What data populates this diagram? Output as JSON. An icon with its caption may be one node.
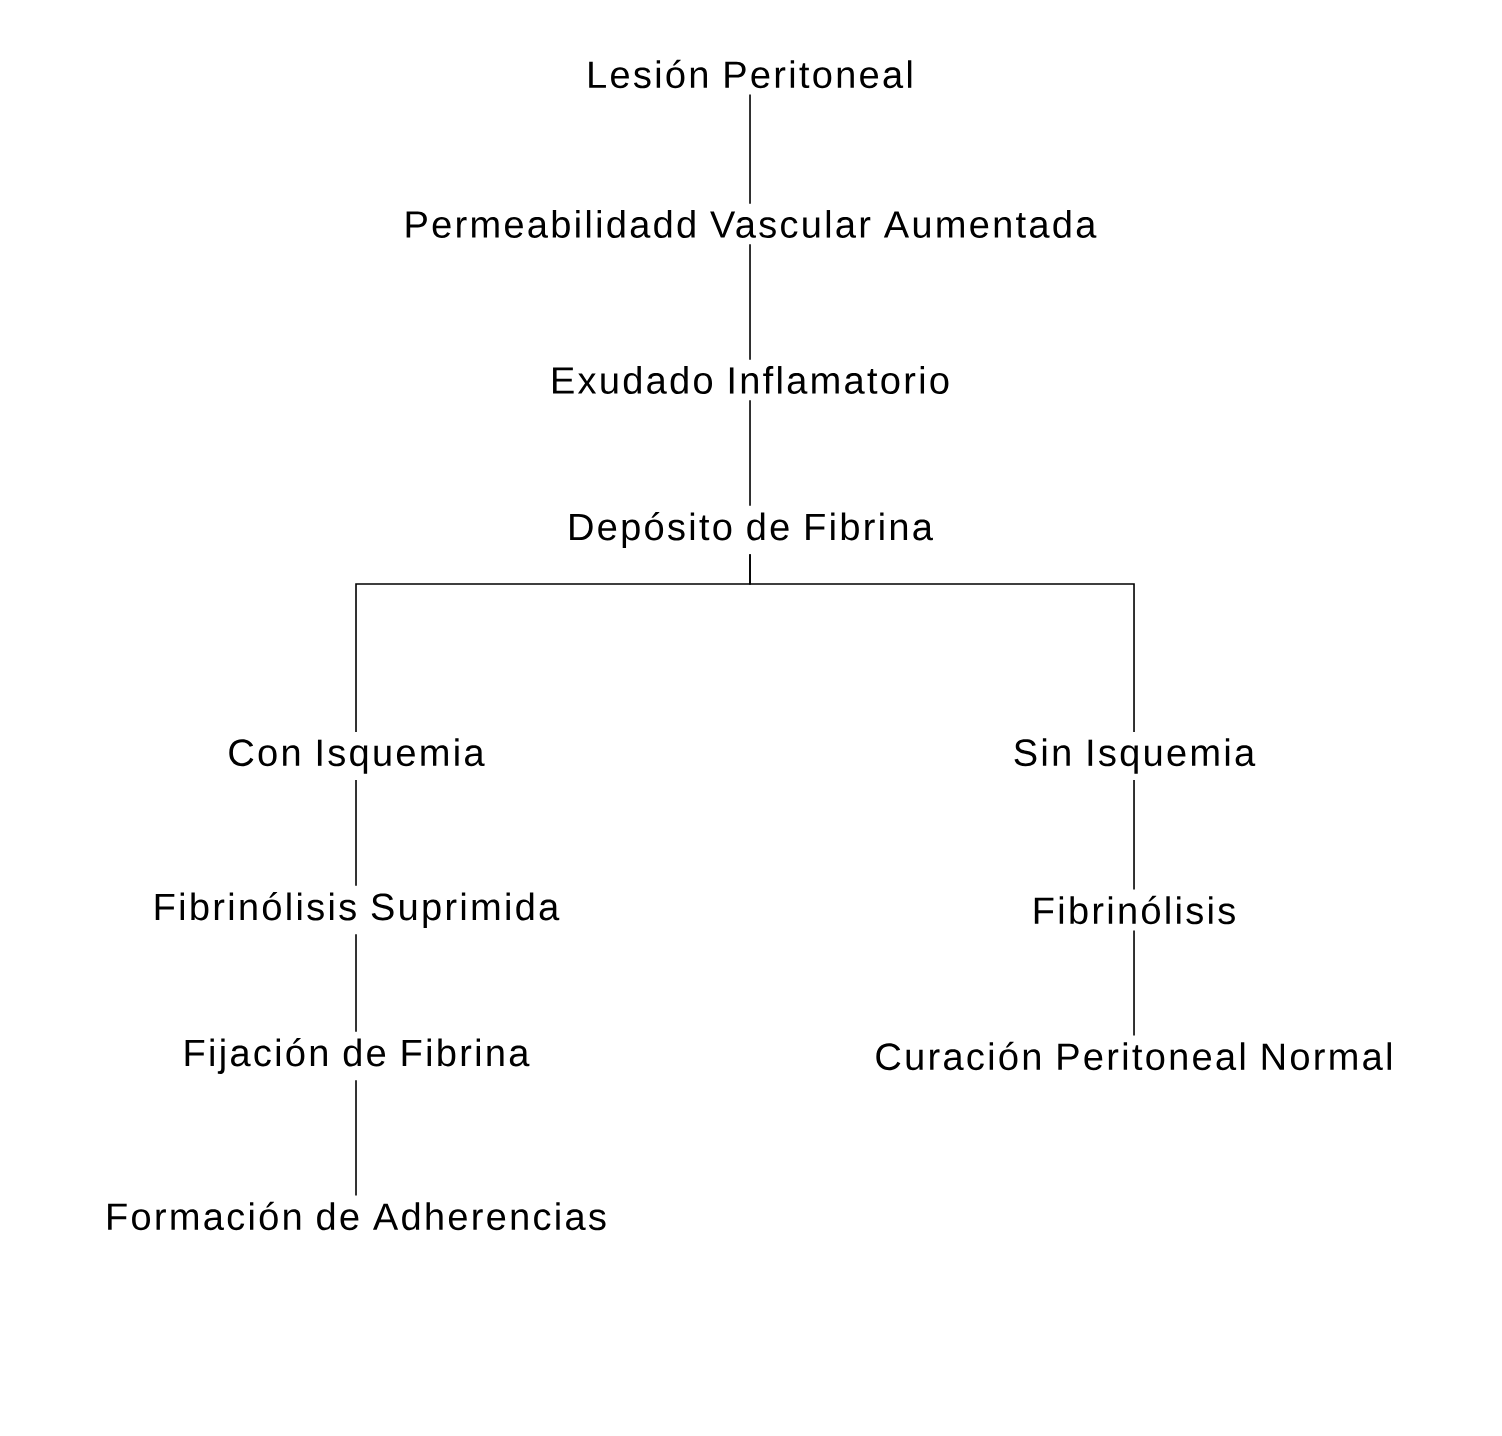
{
  "diagram": {
    "nodes": [
      {
        "text": [
          "Lesión Peritoneal"
        ]
      },
      {
        "text": [
          "Permeabilidadd Vascular Aumentada"
        ]
      },
      {
        "text": [
          "Exudado Inflamatorio"
        ]
      },
      {
        "text": [
          "Depósito de Fibrina"
        ]
      },
      {
        "text": [
          "Con Isquemia"
        ]
      },
      {
        "text": [
          "Sin Isquemia"
        ]
      },
      {
        "text": [
          "Fibrinólisis Suprimida"
        ]
      },
      {
        "text": [
          "Fibrinólisis"
        ]
      },
      {
        "text": [
          "Fijación de Fibrina"
        ]
      },
      {
        "text": [
          "Curación Peritoneal Normal"
        ]
      },
      {
        "text": [
          "Formación de Adherencias"
        ]
      }
    ],
    "edges": [
      {
        "from": 0,
        "to": 1,
        "arrow": "none"
      },
      {
        "from": 1,
        "to": 2,
        "arrow": "none"
      },
      {
        "from": 2,
        "to": 3,
        "arrow": "none"
      },
      {
        "from": 3,
        "to": 4,
        "arrow": "none"
      },
      {
        "from": 3,
        "to": 5,
        "arrow": "none"
      },
      {
        "from": 4,
        "to": 6,
        "arrow": "none"
      },
      {
        "from": 5,
        "to": 7,
        "arrow": "none"
      },
      {
        "from": 6,
        "to": 8,
        "arrow": "none"
      },
      {
        "from": 7,
        "to": 9,
        "arrow": "none"
      },
      {
        "from": 8,
        "to": 10,
        "arrow": "none"
      }
    ]
  }
}
